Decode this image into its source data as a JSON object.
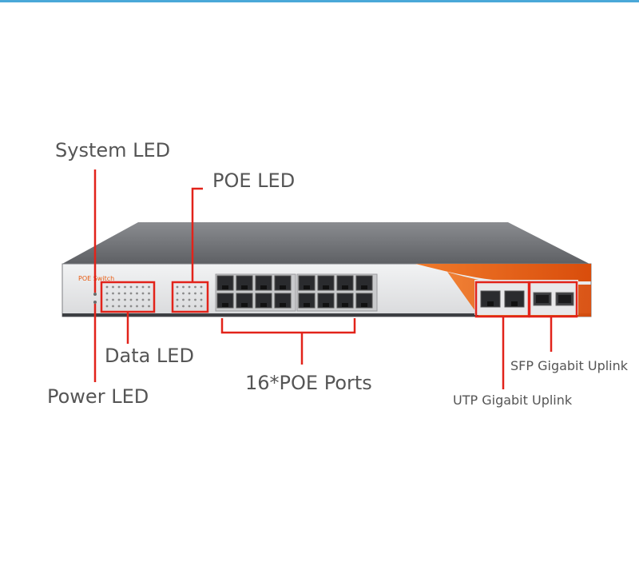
{
  "device": {
    "brand_label": "POE Switch",
    "port_count": 16,
    "uplink_utp_count": 2,
    "uplink_sfp_count": 2
  },
  "callouts": {
    "system_led": "System LED",
    "poe_led": "POE LED",
    "data_led": "Data LED",
    "power_led": "Power LED",
    "poe_ports": "16*POE Ports",
    "sfp_uplink": "SFP Gigabit Uplink",
    "utp_uplink": "UTP Gigabit Uplink"
  },
  "colors": {
    "callout_red": "#e2231a",
    "accent_orange": "#e85c12",
    "chassis_top": "#6d6f73",
    "chassis_front": "#e7e8ea",
    "label_text": "#555555"
  }
}
